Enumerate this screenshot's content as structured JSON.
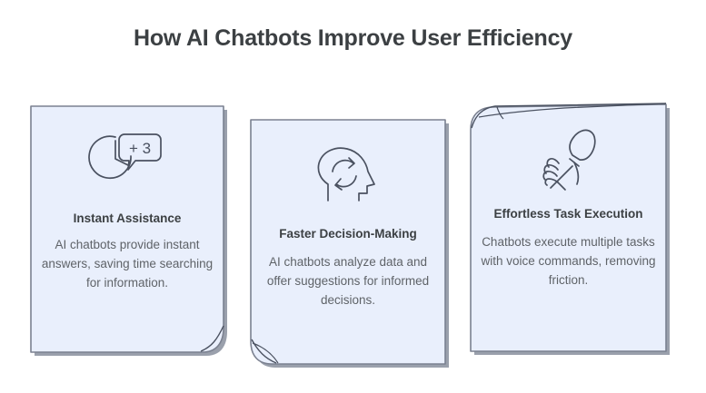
{
  "page": {
    "title": "How AI Chatbots Improve User Efficiency",
    "background_color": "#ffffff"
  },
  "theme": {
    "card_fill": "#e9effc",
    "card_border": "#7b8190",
    "card_shadow": "#9aa0ac",
    "heading_color": "#3c4043",
    "body_color": "#5f6368",
    "icon_stroke": "#4a5160"
  },
  "cards": [
    {
      "id": "instant-assistance",
      "heading": "Instant Assistance",
      "body": "AI chatbots provide instant answers, saving time searching for information.",
      "icon": "clock-with-chat-bubble-icon",
      "icon_badge": "+ 3",
      "curl": "bottom-right"
    },
    {
      "id": "faster-decision-making",
      "heading": "Faster Decision-Making",
      "body": "AI chatbots analyze data and offer suggestions for informed decisions.",
      "icon": "head-with-refresh-arrows-icon",
      "icon_badge": "",
      "curl": "bottom-left"
    },
    {
      "id": "effortless-task-execution",
      "heading": "Effortless Task Execution",
      "body": "Chatbots execute multiple tasks with voice commands, removing friction.",
      "icon": "hand-holding-microphone-icon",
      "icon_badge": "",
      "curl": "top-left"
    }
  ]
}
